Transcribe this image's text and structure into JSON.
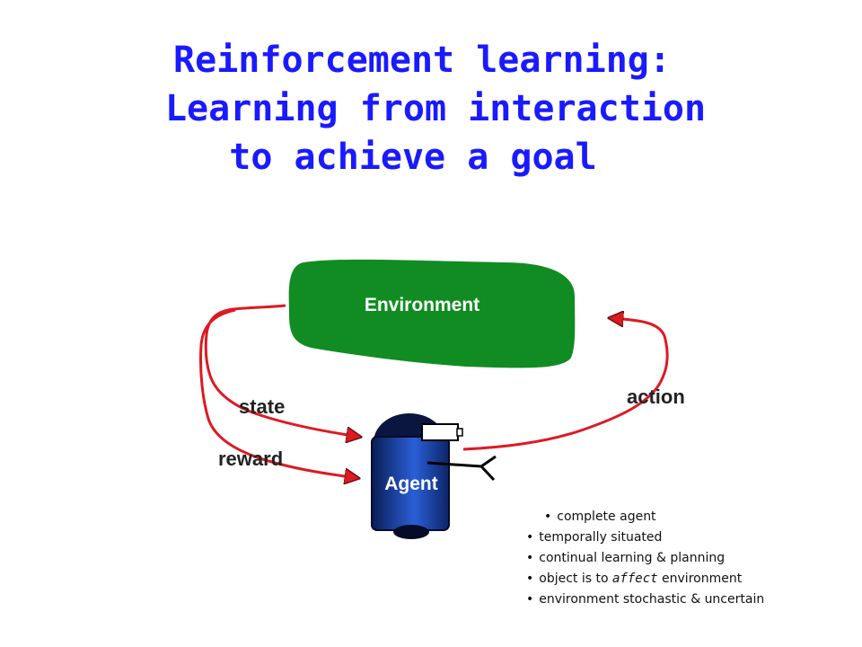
{
  "title": {
    "line1": "Reinforcement learning:",
    "line2": "Learning from interaction",
    "line3": "to achieve a goal",
    "color": "#1a1aff"
  },
  "diagram": {
    "environment_label": "Environment",
    "agent_label": "Agent",
    "state_label": "state",
    "reward_label": "reward",
    "action_label": "action",
    "environment_color": "#118c22",
    "arrow_color": "#dd1a22",
    "agent_color": "#1a3d9c"
  },
  "bullets": {
    "symbol": "•",
    "item1": "complete agent",
    "item2": "temporally situated",
    "item3": "continual learning & planning",
    "item4_pre": "object is to ",
    "item4_em": "affect",
    "item4_post": " environment",
    "item5": "environment stochastic & uncertain"
  }
}
